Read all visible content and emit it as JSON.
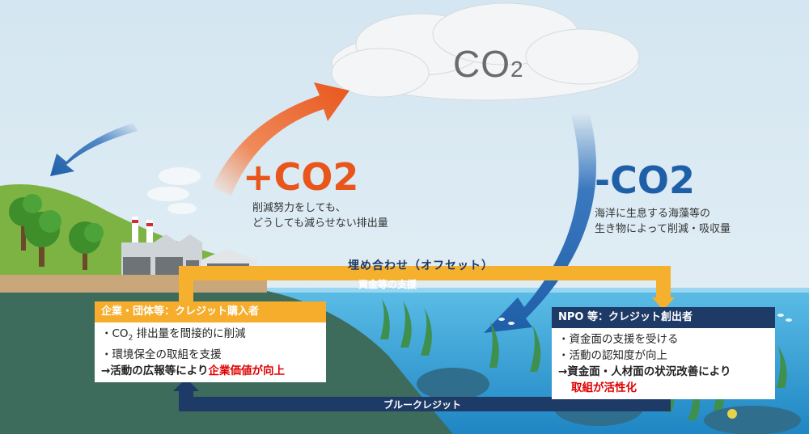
{
  "cloud": {
    "co2_main": "CO",
    "co2_sub": "2"
  },
  "emission": {
    "label": "+CO2",
    "description": "削減努力をしても、\nどうしても減らせない排出量"
  },
  "absorption": {
    "label": "-CO2",
    "description": "海洋に生息する海藻等の\n生き物によって削減・吸収量"
  },
  "flows": {
    "offset": "埋め合わせ（オフセット）",
    "funding_support": "資金等の支援",
    "blue_credit": "ブルークレジット"
  },
  "buyer": {
    "title": "企業・団体等：クレジット購入者",
    "line1_co": "・CO",
    "line1_sub": "2",
    "line1_rest": " 排出量を間接的に削減",
    "line2": "・環境保全の取組を支援",
    "line3_a": "→活動の広報等により",
    "line3_b": "企業価値が向上"
  },
  "creator": {
    "title": "NPO 等：クレジット創出者",
    "line1": "・資金面の支援を受ける",
    "line2": "・活動の認知度が向上",
    "line3": "→資金面・人材面の状況改善により",
    "line4": "取組が活性化"
  },
  "colors": {
    "sky": "#dce9f2",
    "sea": "#3aa5d8",
    "emission": "#e8561c",
    "absorption": "#1f5fa8",
    "buyer": "#f5ad2b",
    "creator": "#1e3a66",
    "blue_credit_band": "#1e3a66",
    "funding_band": "#f5b02e"
  }
}
